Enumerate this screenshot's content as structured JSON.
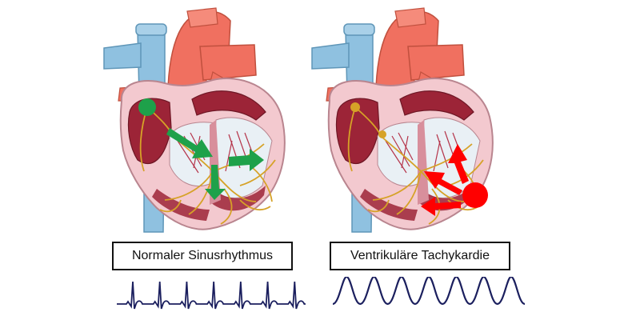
{
  "panels": [
    {
      "label": "Normaler Sinusrhythmus",
      "signal_color": "#1ea14a",
      "ecg_pattern": "normal-sinus-qrs",
      "ecg_beats": 7
    },
    {
      "label": "Ventrikuläre Tachykardie",
      "signal_color": "#ff0000",
      "ecg_pattern": "wide-complex-sinusoidal",
      "ecg_beats": 7
    }
  ],
  "colors": {
    "aorta": "#f07060",
    "vena_cava": "#8fc1e0",
    "myocardium": "#9c2437",
    "heart_outline": "#d9a5b2",
    "conduction": "#d6a227",
    "ecg_trace": "#1b1f5e"
  }
}
